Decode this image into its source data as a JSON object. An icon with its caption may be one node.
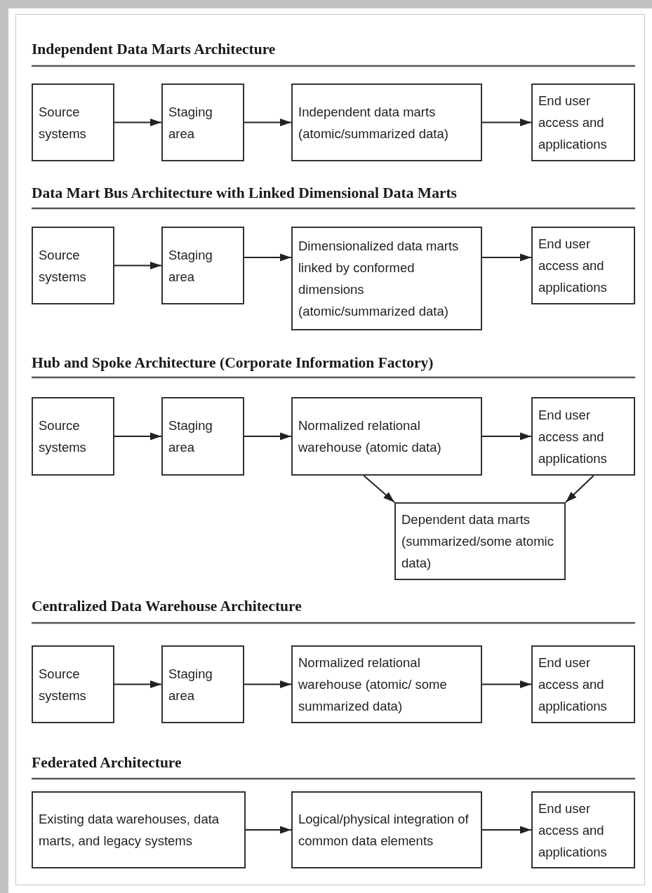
{
  "diagram": {
    "nodes": [
      {
        "text": [
          "Source systems"
        ]
      },
      {
        "text": [
          "Staging area"
        ]
      },
      {
        "text": [
          "Independent data marts (atomic/summarized data)"
        ]
      },
      {
        "text": [
          "End user access and applications"
        ]
      },
      {
        "text": [
          "Source systems"
        ]
      },
      {
        "text": [
          "Staging area"
        ]
      },
      {
        "text": [
          "Dimensionalized data marts linked by conformed dimensions (atomic/summarized data)"
        ]
      },
      {
        "text": [
          "End user access and applications"
        ]
      },
      {
        "text": [
          "Source systems"
        ]
      },
      {
        "text": [
          "Staging area"
        ]
      },
      {
        "text": [
          "Normalized relational warehouse (atomic data)"
        ]
      },
      {
        "text": [
          "End user access and applications"
        ]
      },
      {
        "text": [
          "Dependent data marts (summarized/some atomic data)"
        ]
      },
      {
        "text": [
          "Source systems"
        ]
      },
      {
        "text": [
          "Staging area"
        ]
      },
      {
        "text": [
          "Normalized relational warehouse (atomic/ some summarized data)"
        ]
      },
      {
        "text": [
          "End user access and applications"
        ]
      },
      {
        "text": [
          "Existing data warehouses, data marts, and legacy systems"
        ]
      },
      {
        "text": [
          "Logical/physical integration of common data elements"
        ]
      },
      {
        "text": [
          "End user access and applications"
        ]
      }
    ],
    "edges": [
      {
        "from": 0,
        "to": 1,
        "arrow": "to"
      },
      {
        "from": 1,
        "to": 2,
        "arrow": "to"
      },
      {
        "from": 2,
        "to": 3,
        "arrow": "to"
      },
      {
        "from": 4,
        "to": 5,
        "arrow": "to"
      },
      {
        "from": 5,
        "to": 6,
        "arrow": "to"
      },
      {
        "from": 6,
        "to": 7,
        "arrow": "to"
      },
      {
        "from": 8,
        "to": 9,
        "arrow": "to"
      },
      {
        "from": 9,
        "to": 10,
        "arrow": "to"
      },
      {
        "from": 10,
        "to": 11,
        "arrow": "to"
      },
      {
        "from": 10,
        "to": 12,
        "arrow": "to"
      },
      {
        "from": 11,
        "to": 12,
        "arrow": "to"
      },
      {
        "from": 13,
        "to": 14,
        "arrow": "to"
      },
      {
        "from": 14,
        "to": 15,
        "arrow": "to"
      },
      {
        "from": 15,
        "to": 16,
        "arrow": "to"
      },
      {
        "from": 17,
        "to": 18,
        "arrow": "to"
      },
      {
        "from": 18,
        "to": 19,
        "arrow": "to"
      }
    ],
    "labels": [
      "Independent Data Marts Architecture",
      "Data Mart Bus Architecture with Linked Dimensional Data Marts",
      "Hub and Spoke Architecture (Corporate Information Factory)",
      "Centralized Data Warehouse Architecture",
      "Federated Architecture"
    ]
  }
}
